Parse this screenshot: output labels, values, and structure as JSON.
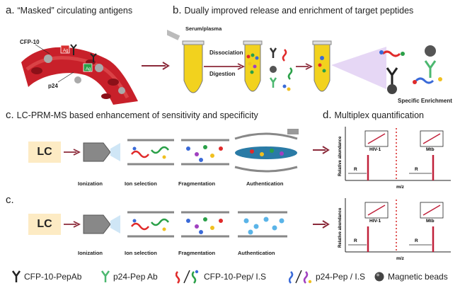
{
  "panel_a": {
    "letter": "a.",
    "title": "“Masked” circulating antigens",
    "labels": {
      "cfp10": "CFP-10",
      "p24": "p24",
      "ag1": "Ag",
      "ag2": "Ag"
    }
  },
  "panel_b": {
    "letter": "b.",
    "title": "Dually improved release  and enrichment of target peptides",
    "serum": "Serum/plasma",
    "dissociation": "Dissociation",
    "digestion": "Digestion",
    "enrichment": "Specific Enrichment"
  },
  "panel_c1": {
    "letter": "c.",
    "title": "LC-PRM-MS based  enhancement of sensitivity and specificity",
    "lc": "LC",
    "steps": [
      "Ionization",
      "Ion selection",
      "Fragmentation",
      "Authentication"
    ]
  },
  "panel_d": {
    "letter": "d.",
    "title": "Multiplex quantification",
    "ylabel": "Relative abundance",
    "xlabel": "m/z",
    "hiv": "HIV-1",
    "mtb": "Mtb",
    "r": "R"
  },
  "panel_c2": {
    "letter": "c.",
    "lc": "LC",
    "steps": [
      "Ionization",
      "Ion selection",
      "Fragmentation",
      "Authentication"
    ]
  },
  "legend": {
    "items": [
      "CFP-10-PepAb",
      "p24-Pep Ab",
      "CFP-10-Pep/ I.S",
      "p24-Pep / I.S",
      "Magnetic beads"
    ]
  },
  "colors": {
    "arrow": "#8b2a3a",
    "vessel": "#c8202a",
    "tube_fill": "#f2d21e",
    "lc_box": "#fdebc4",
    "plot_line": "#c0203a",
    "divider": "#d62020"
  }
}
